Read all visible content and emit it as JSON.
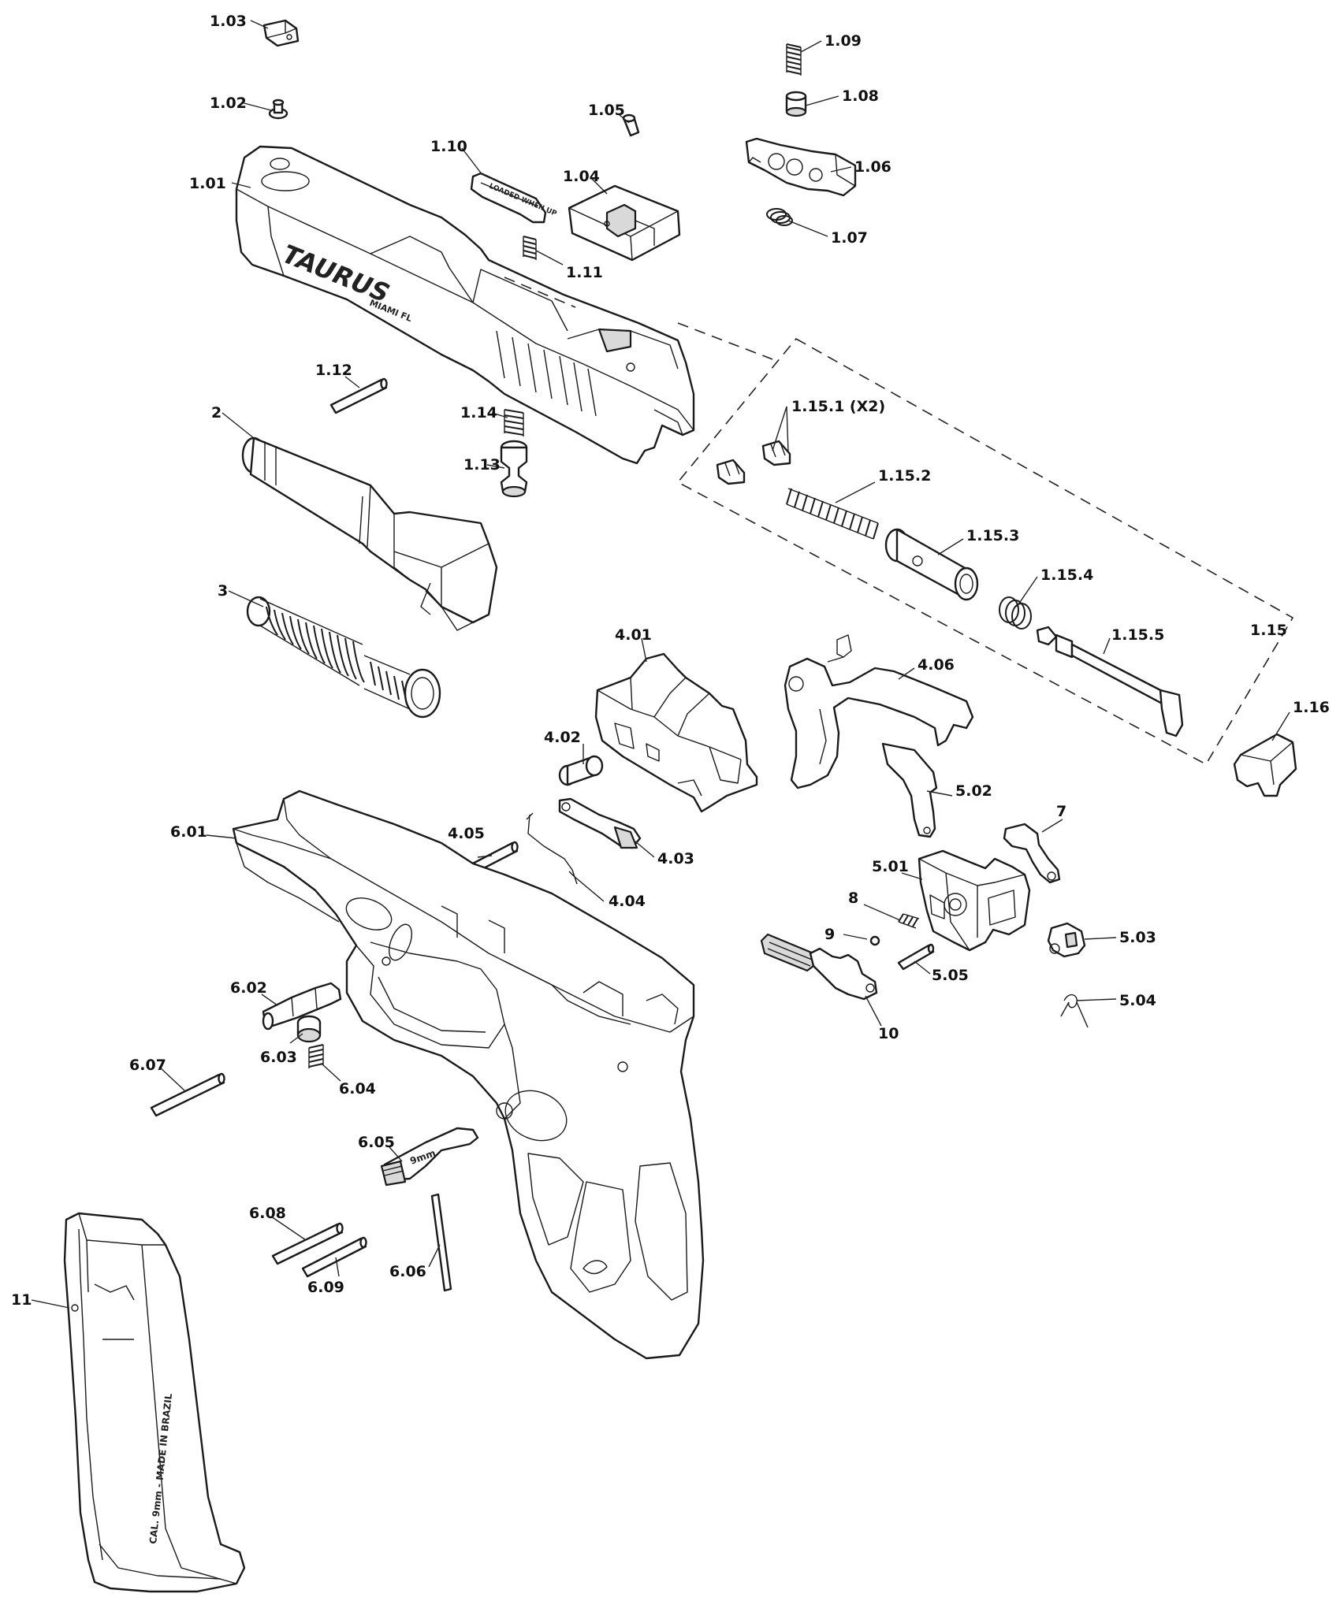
{
  "diagram": {
    "engravings": {
      "slide_brand": "TAURUS",
      "slide_city": "MIAMI FL",
      "indicator_text": "LOADED WHEN UP",
      "mag_release_caliber": "9mm",
      "magazine_text": "CAL. 9mm - MADE IN BRAZIL"
    },
    "parts": {
      "p1_01": "1.01",
      "p1_02": "1.02",
      "p1_03": "1.03",
      "p1_04": "1.04",
      "p1_05": "1.05",
      "p1_06": "1.06",
      "p1_07": "1.07",
      "p1_08": "1.08",
      "p1_09": "1.09",
      "p1_10": "1.10",
      "p1_11": "1.11",
      "p1_12": "1.12",
      "p1_13": "1.13",
      "p1_14": "1.14",
      "p1_15": "1.15",
      "p1_15_1": "1.15.1 (X2)",
      "p1_15_2": "1.15.2",
      "p1_15_3": "1.15.3",
      "p1_15_4": "1.15.4",
      "p1_15_5": "1.15.5",
      "p1_16": "1.16",
      "p2": "2",
      "p3": "3",
      "p4_01": "4.01",
      "p4_02": "4.02",
      "p4_03": "4.03",
      "p4_04": "4.04",
      "p4_05": "4.05",
      "p4_06": "4.06",
      "p5_01": "5.01",
      "p5_02": "5.02",
      "p5_03": "5.03",
      "p5_04": "5.04",
      "p5_05": "5.05",
      "p6_01": "6.01",
      "p6_02": "6.02",
      "p6_03": "6.03",
      "p6_04": "6.04",
      "p6_05": "6.05",
      "p6_06": "6.06",
      "p6_07": "6.07",
      "p6_08": "6.08",
      "p6_09": "6.09",
      "p7": "7",
      "p8": "8",
      "p9": "9",
      "p10": "10",
      "p11": "11"
    }
  }
}
